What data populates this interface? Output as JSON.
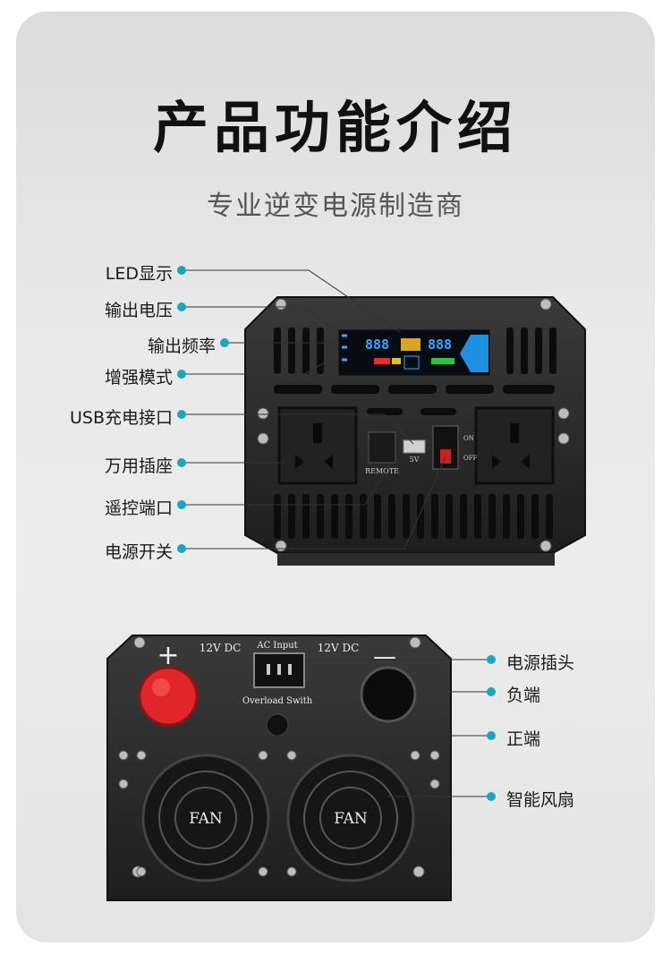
{
  "title": "产品功能介绍",
  "subtitle": "专业逆变电源制造商",
  "colors": {
    "accent": "#1aa6c2",
    "device_body": "#2a2a2a",
    "red_terminal": "#e0262b"
  },
  "front_labels": [
    "LED显示",
    "输出电压",
    "输出频率",
    "增强模式",
    "USB充电接口",
    "万用插座",
    "遥控端口",
    "电源开关"
  ],
  "front_device": {
    "usb_text": "5V",
    "remote_text": "REMOTE",
    "switch_on": "ON",
    "switch_off": "OFF"
  },
  "back_labels": [
    "电源插头",
    "负端",
    "正端",
    "智能风扇"
  ],
  "back_device": {
    "plus": "+",
    "minus": "—",
    "dc_left": "12V DC",
    "dc_right": "12V DC",
    "ac_input": "AC Input",
    "overload": "Overload Swith",
    "fan_left": "FAN",
    "fan_right": "FAN"
  }
}
